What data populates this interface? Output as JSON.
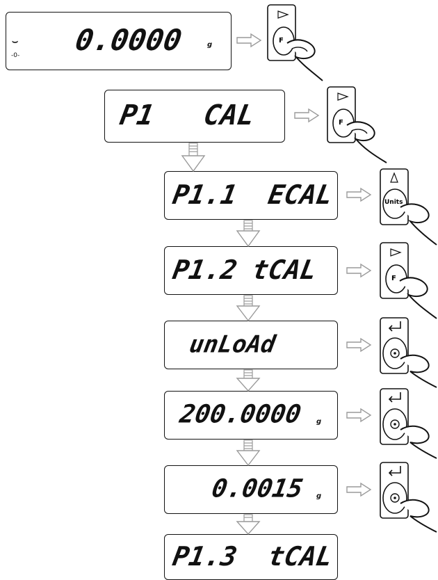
{
  "steps": [
    {
      "display": "0.0000",
      "unit": "g",
      "key": "F",
      "stable_mark": "⌣",
      "zero_mark": "-0-"
    },
    {
      "display": "P1   CAL",
      "key": "F"
    },
    {
      "display": "P1.1  ECAL",
      "key": "Units"
    },
    {
      "display": "P1.2 tCAL",
      "key": "F"
    },
    {
      "display": "unLoAd",
      "key": "enter"
    },
    {
      "display": "200.0000",
      "unit": "g",
      "key": "enter"
    },
    {
      "display": "0.0015",
      "unit": "g",
      "key": "enter"
    },
    {
      "display": "P1.3  tCAL"
    }
  ],
  "colors": {
    "outline": "#111111",
    "arrow": "#9a9a9a",
    "key_bg": "#ffffff"
  },
  "icons": {
    "F": "right-arrow-icon",
    "Units": "up-arrow-icon",
    "enter": "enter-icon"
  }
}
